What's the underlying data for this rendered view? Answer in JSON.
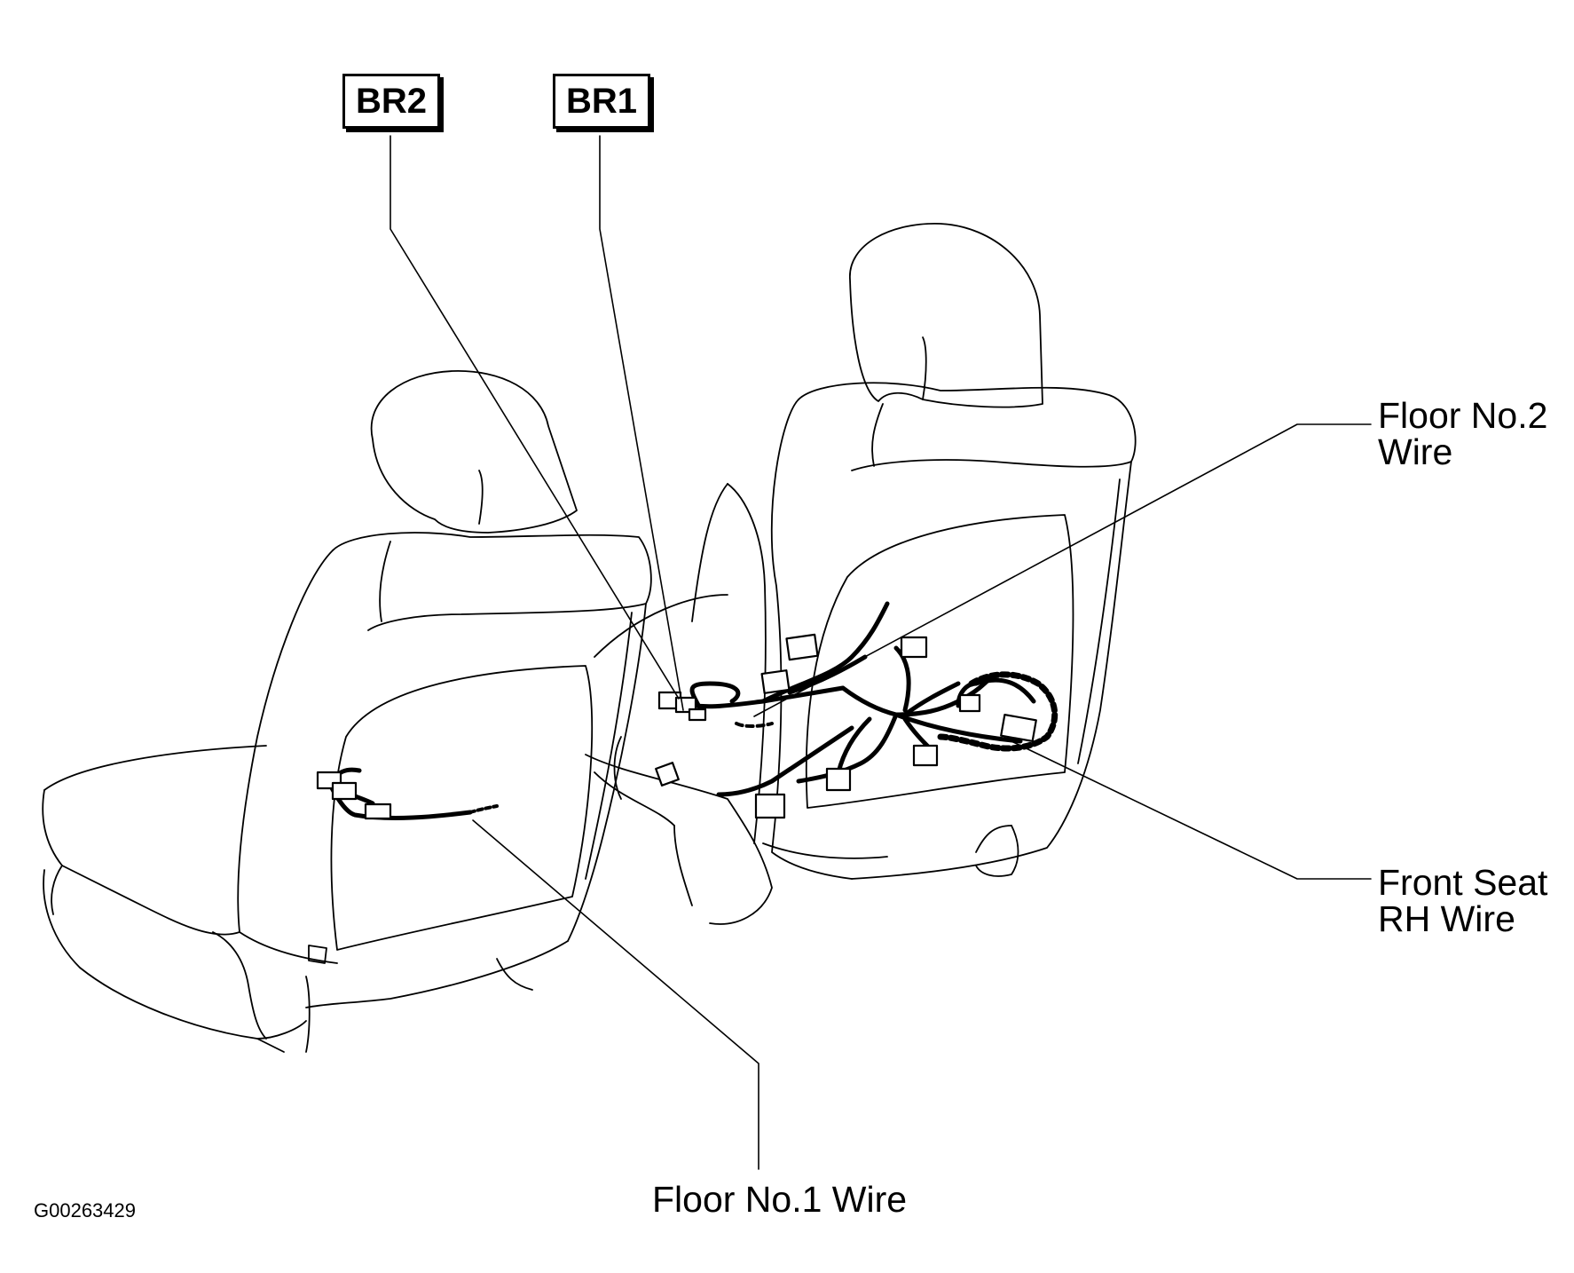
{
  "figure_code": "G00263429",
  "connectors": [
    {
      "code": "BR2"
    },
    {
      "code": "BR1"
    }
  ],
  "labels": {
    "floor_no2_line1": "Floor No.2",
    "floor_no2_line2": "Wire",
    "front_seat_rh_line1": "Front Seat",
    "front_seat_rh_line2": "RH Wire",
    "floor_no1": "Floor No.1 Wire"
  },
  "colors": {
    "ink": "#000000",
    "paper": "#ffffff"
  }
}
